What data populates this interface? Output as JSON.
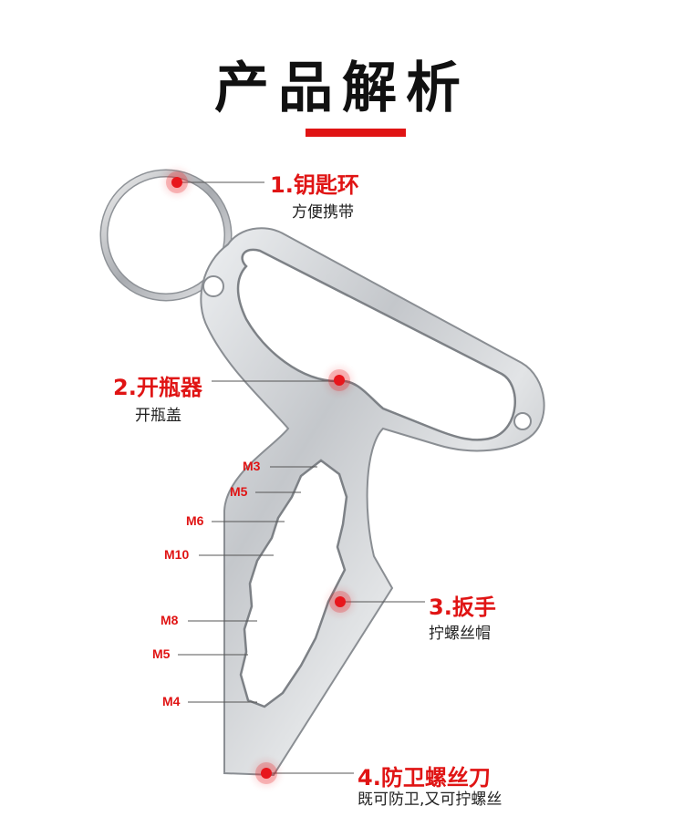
{
  "header": {
    "title": "产品解析"
  },
  "features": [
    {
      "title": "1.钥匙环",
      "subtitle": "方便携带"
    },
    {
      "title": "2.开瓶器",
      "subtitle": "开瓶盖"
    },
    {
      "title": "3.扳手",
      "subtitle": "拧螺丝帽"
    },
    {
      "title": "4.防卫螺丝刀",
      "subtitle": "既可防卫,又可拧螺丝"
    }
  ],
  "wrench_sizes": [
    "M3",
    "M5",
    "M6",
    "M10",
    "M8",
    "M5",
    "M4"
  ],
  "colors": {
    "accent": "#e01414",
    "text": "#222222",
    "metal": "#c9cbce"
  }
}
